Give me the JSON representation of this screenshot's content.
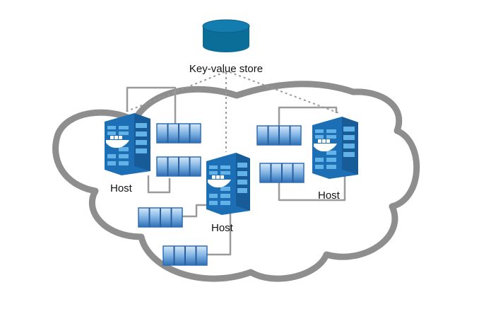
{
  "store": {
    "label": "Key-value store",
    "color": "#0b6e99",
    "top_color": "#147db0"
  },
  "hosts": [
    {
      "label": "Host",
      "icon": "docker-whale-icon"
    },
    {
      "label": "Host",
      "icon": "docker-whale-icon"
    },
    {
      "label": "Host",
      "icon": "docker-whale-icon"
    }
  ],
  "colors": {
    "cloud_stroke": "#8e8e8e",
    "server_blue": "#1c6fb5",
    "server_light": "#62b2e8",
    "container_dark": "#3f7fc4",
    "container_light": "#cfe4f7",
    "link_line": "#9a9a9a"
  }
}
